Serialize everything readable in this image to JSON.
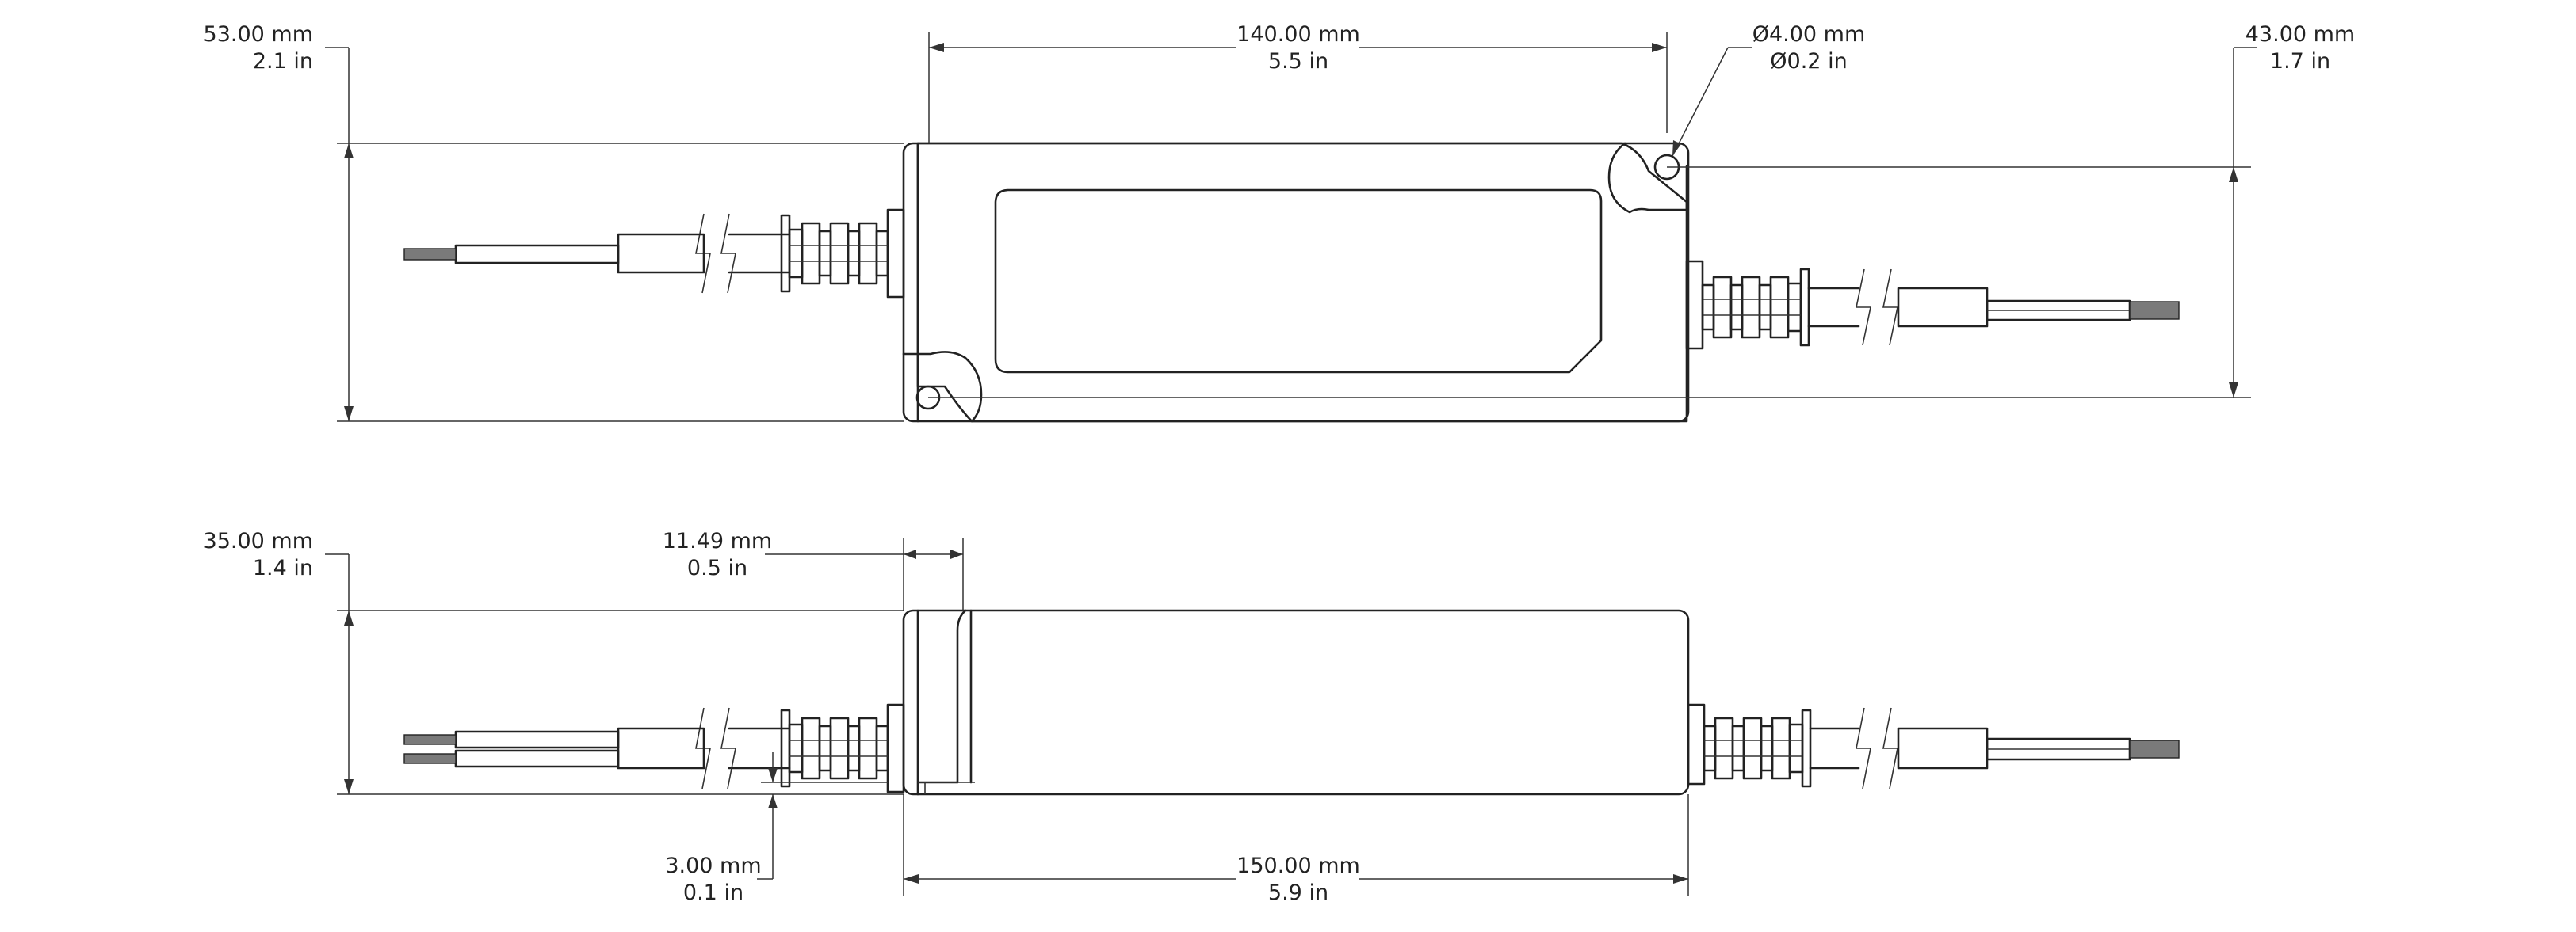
{
  "colors": {
    "line": "#222222",
    "background": "#ffffff",
    "wire_end": "#7a7a7a"
  },
  "dimensions": {
    "top_height": {
      "mm": "53.00 mm",
      "in": "2.1 in"
    },
    "top_length": {
      "mm": "140.00 mm",
      "in": "5.5 in"
    },
    "hole_diameter": {
      "mm": "Ø4.00 mm",
      "in": "Ø0.2 in"
    },
    "mount_spacing": {
      "mm": "43.00 mm",
      "in": "1.7 in"
    },
    "side_height": {
      "mm": "35.00 mm",
      "in": "1.4 in"
    },
    "flange_width": {
      "mm": "11.49 mm",
      "in": "0.5 in"
    },
    "flange_thickness": {
      "mm": "3.00 mm",
      "in": "0.1 in"
    },
    "overall_length": {
      "mm": "150.00 mm",
      "in": "5.9 in"
    }
  }
}
